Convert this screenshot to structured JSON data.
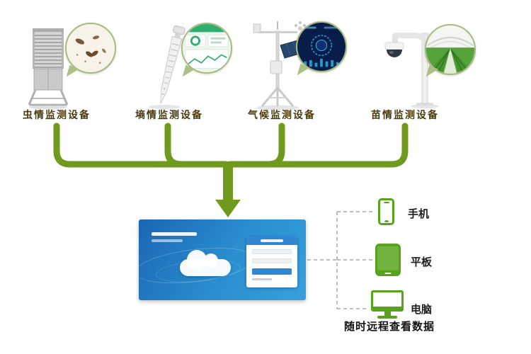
{
  "diagram": {
    "devices": [
      {
        "label": "虫情监测设备",
        "icon": "pest-trap-tower"
      },
      {
        "label": "墒情监测设备",
        "icon": "soil-moisture-probe"
      },
      {
        "label": "气候监测设备",
        "icon": "weather-station"
      },
      {
        "label": "苗情监测设备",
        "icon": "ptz-camera"
      }
    ],
    "terminals": [
      {
        "label": "手机",
        "icon": "smartphone"
      },
      {
        "label": "平板",
        "icon": "tablet"
      },
      {
        "label": "电脑",
        "icon": "desktop-monitor"
      }
    ],
    "caption": "随时远程查看数据",
    "colors": {
      "connector_green": "#6f9a1d",
      "terminal_green": "#57a41c",
      "platform_blue_dark": "#1b66b4",
      "platform_blue_light": "#36a0dc",
      "bubble_border": "#a6b97e"
    }
  }
}
